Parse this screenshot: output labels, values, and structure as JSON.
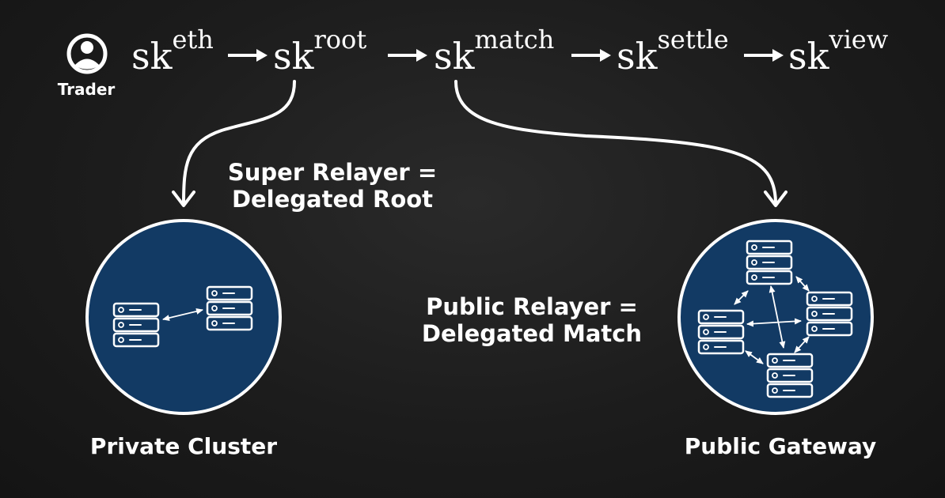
{
  "trader": {
    "label": "Trader",
    "icon": "user-circle-icon"
  },
  "key_chain": [
    {
      "base": "sk",
      "sup": "eth"
    },
    {
      "base": "sk",
      "sup": "root"
    },
    {
      "base": "sk",
      "sup": "match"
    },
    {
      "base": "sk",
      "sup": "settle"
    },
    {
      "base": "sk",
      "sup": "view"
    }
  ],
  "super_relayer": {
    "line1": "Super Relayer =",
    "line2": "Delegated Root"
  },
  "public_relayer": {
    "line1": "Public Relayer =",
    "line2": "Delegated Match"
  },
  "private_cluster": {
    "label": "Private Cluster",
    "icon": "server-stack-icon"
  },
  "public_gateway": {
    "label": "Public Gateway",
    "icon": "server-stack-icon"
  },
  "colors": {
    "background": "#1c1c1c",
    "node_fill": "#123a64",
    "foreground": "#ffffff"
  }
}
